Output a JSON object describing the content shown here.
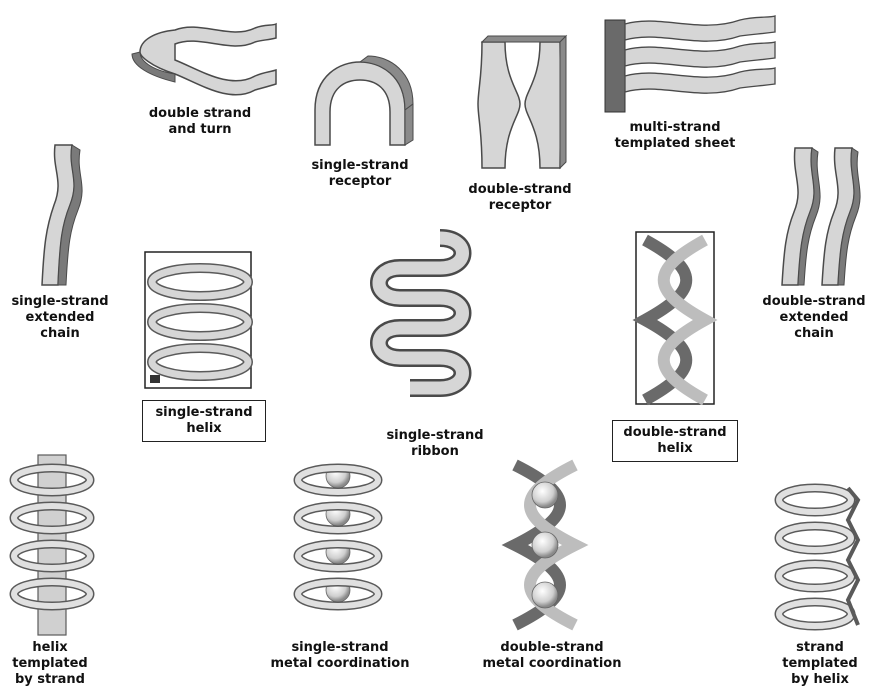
{
  "labels": {
    "double_strand_turn": "double strand\nand turn",
    "single_strand_receptor": "single-strand\nreceptor",
    "double_strand_receptor": "double-strand\nreceptor",
    "multi_strand_sheet": "multi-strand\ntemplated sheet",
    "single_strand_extended": "single-strand\nextended\nchain",
    "double_strand_extended": "double-strand\nextended\nchain",
    "single_strand_helix": "single-strand\nhelix",
    "single_strand_ribbon": "single-strand\nribbon",
    "double_strand_helix": "double-strand\nhelix",
    "helix_templated_by_strand": "helix\ntemplated\nby strand",
    "single_strand_metal": "single-strand\nmetal coordination",
    "double_strand_metal": "double-strand\nmetal coordination",
    "strand_templated_by_helix": "strand\ntemplated\nby helix"
  },
  "colors": {
    "strand_face": "#d6d6d6",
    "strand_edge": "#5a5a5a",
    "strand_dark": "#7a7a7a",
    "ball": "#e8e8e8"
  }
}
